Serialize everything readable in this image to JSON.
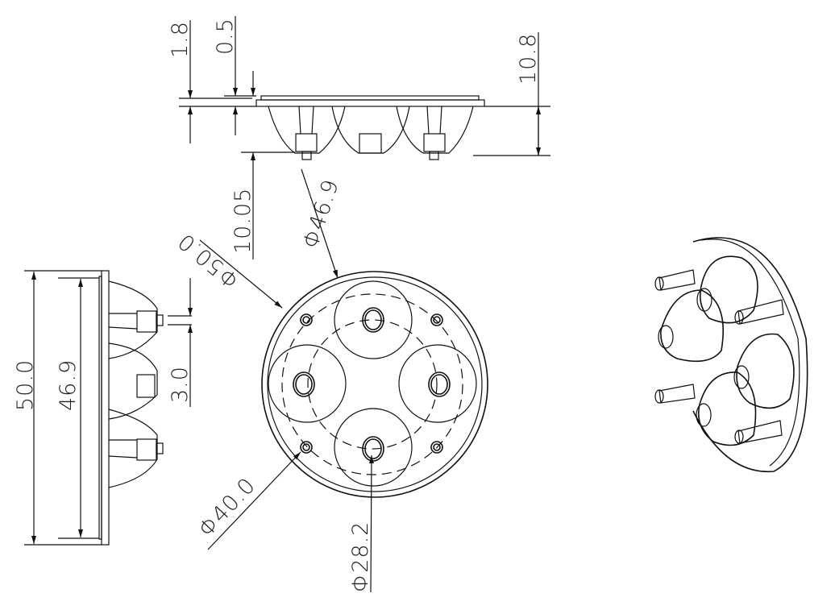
{
  "drawing": {
    "dimensions": {
      "flange_thickness": "1.8",
      "step_height": "0.5",
      "total_height": "10.8",
      "lens_height": "10.05",
      "inner_diameter": "Φ46.9",
      "outer_diameter": "Φ50.0",
      "side_width_outer": "50.0",
      "side_width_inner": "46.9",
      "pin_width": "3.0",
      "pin_circle_diameter": "Φ40.0",
      "lens_circle_diameter": "Φ28.2"
    },
    "line_color": "#111111"
  }
}
